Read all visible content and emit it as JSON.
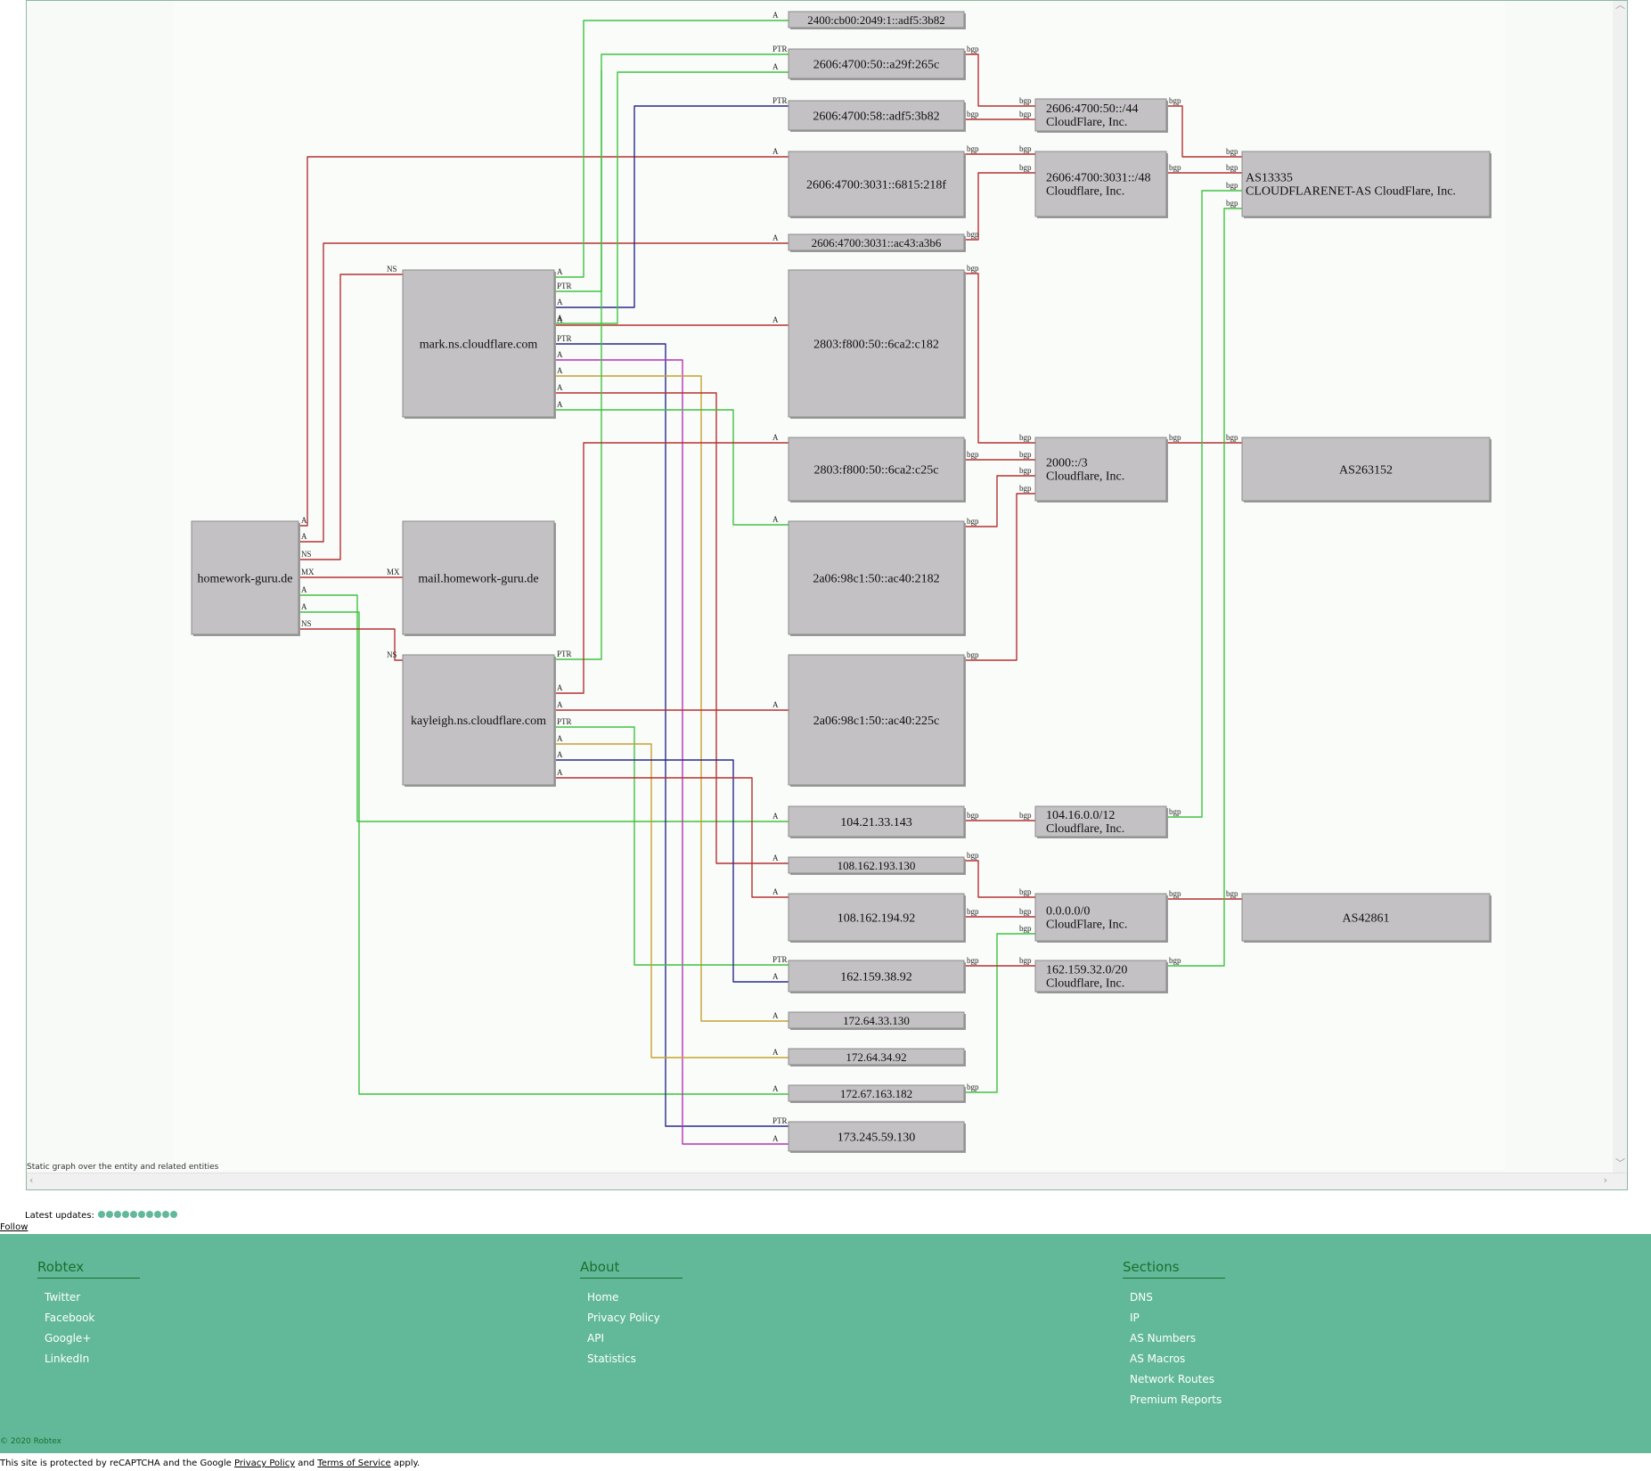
{
  "graph": {
    "caption": "Static graph over the entity and related entities",
    "nodes": [
      {
        "id": "homework",
        "label": "homework-guru.de"
      },
      {
        "id": "mark",
        "label": "mark.ns.cloudflare.com"
      },
      {
        "id": "mail",
        "label": "mail.homework-guru.de"
      },
      {
        "id": "kayleigh",
        "label": "kayleigh.ns.cloudflare.com"
      },
      {
        "id": "v6a",
        "label": "2400:cb00:2049:1::adf5:3b82"
      },
      {
        "id": "v6b",
        "label": "2606:4700:50::a29f:265c"
      },
      {
        "id": "v6c",
        "label": "2606:4700:58::adf5:3b82"
      },
      {
        "id": "v6d",
        "label": "2606:4700:3031::6815:218f"
      },
      {
        "id": "v6e",
        "label": "2606:4700:3031::ac43:a3b6"
      },
      {
        "id": "v6f",
        "label": "2803:f800:50::6ca2:c182"
      },
      {
        "id": "v6g",
        "label": "2803:f800:50::6ca2:c25c"
      },
      {
        "id": "v6h",
        "label": "2a06:98c1:50::ac40:2182"
      },
      {
        "id": "v6i",
        "label": "2a06:98c1:50::ac40:225c"
      },
      {
        "id": "v4a",
        "label": "104.21.33.143"
      },
      {
        "id": "v4b",
        "label": "108.162.193.130"
      },
      {
        "id": "v4c",
        "label": "108.162.194.92"
      },
      {
        "id": "v4d",
        "label": "162.159.38.92"
      },
      {
        "id": "v4e",
        "label": "172.64.33.130"
      },
      {
        "id": "v4f",
        "label": "172.64.34.92"
      },
      {
        "id": "v4g",
        "label": "172.67.163.182"
      },
      {
        "id": "v4h",
        "label": "173.245.59.130"
      },
      {
        "id": "p1",
        "label": "2606:4700:50::/44",
        "sub": "CloudFlare, Inc."
      },
      {
        "id": "p2",
        "label": "2606:4700:3031::/48",
        "sub": "Cloudflare, Inc."
      },
      {
        "id": "p3",
        "label": "2000::/3",
        "sub": "Cloudflare, Inc."
      },
      {
        "id": "p4",
        "label": "104.16.0.0/12",
        "sub": "Cloudflare, Inc."
      },
      {
        "id": "p5",
        "label": "0.0.0.0/0",
        "sub": "CloudFlare, Inc."
      },
      {
        "id": "p6",
        "label": "162.159.32.0/20",
        "sub": "Cloudflare, Inc."
      },
      {
        "id": "as1",
        "label": "AS13335",
        "sub": "CLOUDFLARENET-AS CloudFlare, Inc."
      },
      {
        "id": "as2",
        "label": "AS263152"
      },
      {
        "id": "as3",
        "label": "AS42861"
      }
    ],
    "edge_labels": {
      "a": "A",
      "ptr": "PTR",
      "ns": "NS",
      "mx": "MX",
      "bgp": "bgp"
    },
    "colors": {
      "red": "#b43232",
      "green": "#3fc23f",
      "navy": "#2a2a8a",
      "gold": "#c8a030",
      "magenta": "#b832b8",
      "node_fill": "#c3c1c3",
      "node_stroke": "#8a8a8a"
    }
  },
  "latest_updates": {
    "label": "Latest updates:",
    "dots": 10
  },
  "follow_label": "Follow",
  "footer": {
    "robtex": {
      "title": "Robtex",
      "items": [
        "Twitter",
        "Facebook",
        "Google+",
        "LinkedIn"
      ]
    },
    "about": {
      "title": "About",
      "items": [
        "Home",
        "Privacy Policy",
        "API",
        "Statistics"
      ]
    },
    "sections": {
      "title": "Sections",
      "items": [
        "DNS",
        "IP",
        "AS Numbers",
        "AS Macros",
        "Network Routes",
        "Premium Reports"
      ]
    },
    "copyright": "© 2020 Robtex"
  },
  "recaptcha": {
    "prefix": "This site is protected by reCAPTCHA and the Google ",
    "privacy": "Privacy Policy",
    "and": " and ",
    "terms": "Terms of Service",
    "suffix": " apply."
  }
}
